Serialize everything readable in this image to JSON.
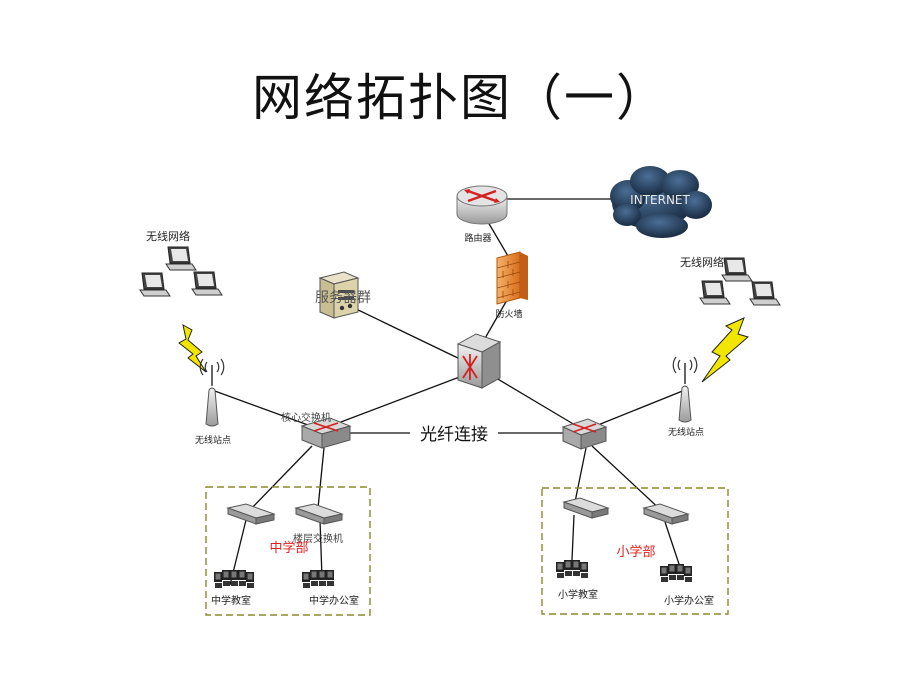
{
  "title": "网络拓扑图（一）",
  "labels": {
    "internet": "INTERNET",
    "router": "路由器",
    "firewall": "防火墙",
    "server": "服务器群",
    "core_switch": "核心交换机",
    "wireless_left": "无线网络",
    "wireless_right": "无线网络",
    "ap_left": "无线站点",
    "ap_right": "无线站点",
    "fiber": "光纤连接",
    "middle_school": "中学部",
    "primary_school": "小学部",
    "access_switch": "楼层交换机",
    "middle_classroom": "中学教室",
    "middle_office": "中学办公室",
    "primary_classroom": "小学教室",
    "primary_office": "小学办公室"
  },
  "colors": {
    "cloud": "#1f3552",
    "firewall": "#e8822a",
    "device_gray": "#b9b9b9",
    "router_red": "#d42020",
    "lightning": "#f2e600",
    "dashed_box": "#8a8a2a",
    "label_red": "#e02020"
  }
}
